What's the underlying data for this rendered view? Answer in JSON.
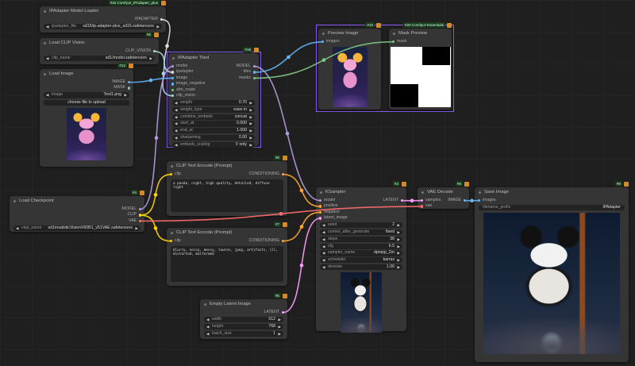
{
  "colors": {
    "group_border": "#8a5cf5",
    "MODEL": "#b39ddb",
    "CLIP": "#ffd500",
    "VAE": "#ff6e6e",
    "CONDITIONING": "#ffa931",
    "LATENT": "#ff9cf9",
    "IMAGE": "#64b5f6",
    "MASK": "#81c784",
    "CLIP_VISION": "#a8dadc",
    "IPADAPTER": "#dddddd",
    "TILES": "#cccccc"
  },
  "nodes": [
    {
      "key": "ipa_loader",
      "title": "IPAdapter Model Loader",
      "badge": "#15 ComfyUI_IPAdapter_plus",
      "inputs": [],
      "outputs": [
        {
          "name": "IPADAPTER",
          "type": "IPADAPTER"
        }
      ],
      "widgets": [
        {
          "name": "ipadapter_file",
          "value": "sd15/ip-adapter-plus_sd15.safetensors"
        }
      ]
    },
    {
      "key": "clip_vision",
      "title": "Load CLIP Vision",
      "badge": "#6",
      "inputs": [],
      "outputs": [
        {
          "name": "CLIP_VISION",
          "type": "CLIP_VISION"
        }
      ],
      "widgets": [
        {
          "name": "clip_name",
          "value": "sd1/model.safetensors"
        }
      ]
    },
    {
      "key": "load_image",
      "title": "Load Image",
      "badge": "#12",
      "inputs": [],
      "outputs": [
        {
          "name": "IMAGE",
          "type": "IMAGE"
        },
        {
          "name": "MASK",
          "type": "MASK"
        }
      ],
      "widgets": [
        {
          "name": "image",
          "value": "Test1.png"
        }
      ],
      "button": "choose file to upload",
      "image": "panda-pink"
    },
    {
      "key": "ipa_tiled",
      "title": "IPAdapter Tiled",
      "badge": "#16",
      "inputs": [
        {
          "name": "model",
          "type": "MODEL"
        },
        {
          "name": "ipadapter",
          "type": "IPADAPTER"
        },
        {
          "name": "image",
          "type": "IMAGE"
        },
        {
          "name": "image_negative",
          "type": "IMAGE"
        },
        {
          "name": "attn_mask",
          "type": "MASK"
        },
        {
          "name": "clip_vision",
          "type": "CLIP_VISION"
        }
      ],
      "outputs": [
        {
          "name": "MODEL",
          "type": "MODEL"
        },
        {
          "name": "tiles",
          "type": "IMAGE"
        },
        {
          "name": "masks",
          "type": "MASK"
        }
      ],
      "widgets": [
        {
          "name": "weight",
          "value": "0.70"
        },
        {
          "name": "weight_type",
          "value": "ease in"
        },
        {
          "name": "combine_embeds",
          "value": "concat"
        },
        {
          "name": "start_at",
          "value": "0.000"
        },
        {
          "name": "end_at",
          "value": "1.000"
        },
        {
          "name": "sharpening",
          "value": "0.00"
        },
        {
          "name": "embeds_scaling",
          "value": "V only"
        }
      ]
    },
    {
      "key": "preview",
      "title": "Preview Image",
      "badge": "#10",
      "inputs": [
        {
          "name": "images",
          "type": "IMAGE"
        }
      ],
      "outputs": [],
      "widgets": [],
      "image": "panda-pink"
    },
    {
      "key": "mask",
      "title": "Mask Preview",
      "badge": "#20 ComfyUI Essentials",
      "inputs": [
        {
          "name": "mask",
          "type": "MASK"
        }
      ],
      "outputs": [],
      "widgets": [],
      "image": "mask"
    },
    {
      "key": "clip_pos",
      "title": "CLIP Text Encode (Prompt)",
      "badge": "#6",
      "inputs": [
        {
          "name": "clip",
          "type": "CLIP"
        }
      ],
      "outputs": [
        {
          "name": "CONDITIONING",
          "type": "CONDITIONING"
        }
      ],
      "widgets": [],
      "text": "a panda, night, high quality, detailed, diffuse light"
    },
    {
      "key": "clip_neg",
      "title": "CLIP Text Encode (Prompt)",
      "badge": "#7",
      "inputs": [
        {
          "name": "clip",
          "type": "CLIP"
        }
      ],
      "outputs": [
        {
          "name": "CONDITIONING",
          "type": "CONDITIONING"
        }
      ],
      "widgets": [],
      "text": "blurry, noisy, messy, lowres, jpeg, artifacts, ill, distorted, malformed"
    },
    {
      "key": "ckpt",
      "title": "Load Checkpoint",
      "badge": "#4",
      "inputs": [],
      "outputs": [
        {
          "name": "MODEL",
          "type": "MODEL"
        },
        {
          "name": "CLIP",
          "type": "CLIP"
        },
        {
          "name": "VAE",
          "type": "VAE"
        }
      ],
      "widgets": [
        {
          "name": "ckpt_name",
          "value": "sd1/realisticVisionV60B1_v51VAE.safetensors"
        }
      ]
    },
    {
      "key": "latent",
      "title": "Empty Latent Image",
      "badge": "#5",
      "inputs": [],
      "outputs": [
        {
          "name": "LATENT",
          "type": "LATENT"
        }
      ],
      "widgets": [
        {
          "name": "width",
          "value": "512"
        },
        {
          "name": "height",
          "value": "768"
        },
        {
          "name": "batch_size",
          "value": "1"
        }
      ]
    },
    {
      "key": "ksampler",
      "title": "KSampler",
      "badge": "#3",
      "inputs": [
        {
          "name": "model",
          "type": "MODEL"
        },
        {
          "name": "positive",
          "type": "CONDITIONING"
        },
        {
          "name": "negative",
          "type": "CONDITIONING"
        },
        {
          "name": "latent_image",
          "type": "LATENT"
        }
      ],
      "outputs": [
        {
          "name": "LATENT",
          "type": "LATENT"
        }
      ],
      "widgets": [
        {
          "name": "seed",
          "value": "2"
        },
        {
          "name": "control_after_generate",
          "value": "fixed"
        },
        {
          "name": "steps",
          "value": "38"
        },
        {
          "name": "cfg",
          "value": "6.5"
        },
        {
          "name": "sampler_name",
          "value": "dpmpp_2m"
        },
        {
          "name": "scheduler",
          "value": "karras"
        },
        {
          "name": "denoise",
          "value": "1.00"
        }
      ],
      "image": "panda-real"
    },
    {
      "key": "vae",
      "title": "VAE Decode",
      "badge": "#8",
      "inputs": [
        {
          "name": "samples",
          "type": "LATENT"
        },
        {
          "name": "vae",
          "type": "VAE"
        }
      ],
      "outputs": [
        {
          "name": "IMAGE",
          "type": "IMAGE"
        }
      ],
      "widgets": []
    },
    {
      "key": "save",
      "title": "Save Image",
      "badge": "#9",
      "inputs": [
        {
          "name": "images",
          "type": "IMAGE"
        }
      ],
      "outputs": [],
      "widgets": [
        {
          "name": "filename_prefix",
          "value": "IPAdapter"
        }
      ],
      "image": "panda-real"
    }
  ],
  "links": [
    [
      "ipa_loader",
      0,
      "ipa_tiled",
      1,
      "IPADAPTER"
    ],
    [
      "clip_vision",
      0,
      "ipa_tiled",
      5,
      "CLIP_VISION"
    ],
    [
      "load_image",
      0,
      "ipa_tiled",
      2,
      "IMAGE"
    ],
    [
      "ckpt",
      0,
      "ipa_tiled",
      0,
      "MODEL"
    ],
    [
      "ipa_tiled",
      0,
      "ksampler",
      0,
      "MODEL"
    ],
    [
      "ipa_tiled",
      1,
      "preview",
      0,
      "IMAGE"
    ],
    [
      "ipa_tiled",
      2,
      "mask",
      0,
      "MASK"
    ],
    [
      "ckpt",
      1,
      "clip_pos",
      0,
      "CLIP"
    ],
    [
      "ckpt",
      1,
      "clip_neg",
      0,
      "CLIP"
    ],
    [
      "ckpt",
      2,
      "vae",
      1,
      "VAE"
    ],
    [
      "clip_pos",
      0,
      "ksampler",
      1,
      "CONDITIONING"
    ],
    [
      "clip_neg",
      0,
      "ksampler",
      2,
      "CONDITIONING"
    ],
    [
      "latent",
      0,
      "ksampler",
      3,
      "LATENT"
    ],
    [
      "ksampler",
      0,
      "vae",
      0,
      "LATENT"
    ],
    [
      "vae",
      0,
      "save",
      0,
      "IMAGE"
    ]
  ]
}
